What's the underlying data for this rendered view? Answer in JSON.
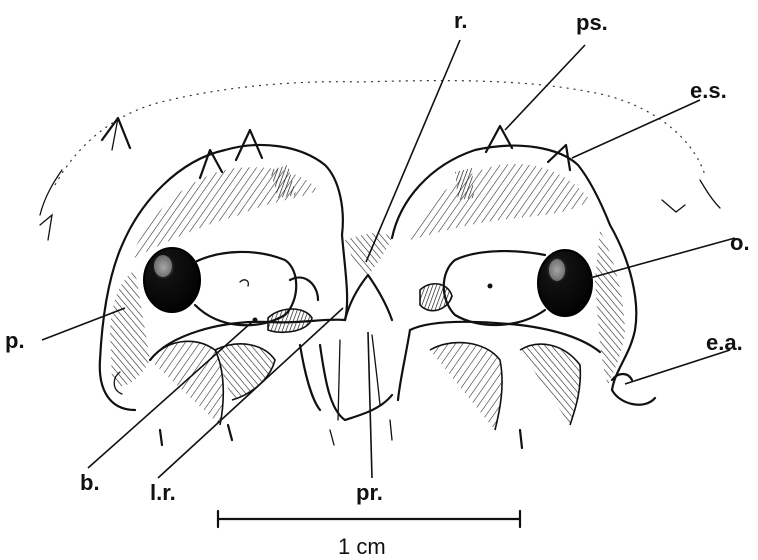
{
  "figure": {
    "labels": {
      "r": "r.",
      "ps": "ps.",
      "es": "e.s.",
      "o": "o.",
      "ea": "e.a.",
      "p": "p.",
      "b": "b.",
      "lr": "l.r.",
      "pr": "pr."
    },
    "scale_bar": {
      "text": "1 cm"
    }
  }
}
